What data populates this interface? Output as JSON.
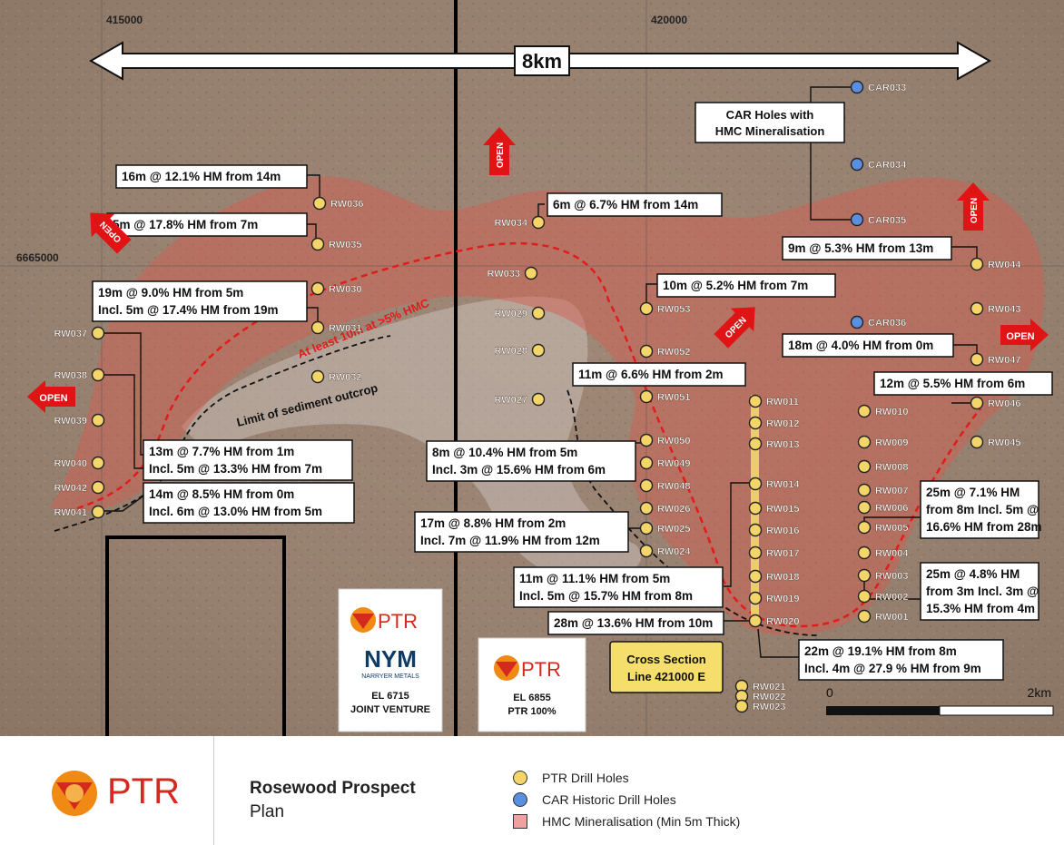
{
  "map": {
    "grid": {
      "easting_left": "415000",
      "easting_right": "420000",
      "northing": "6665000"
    },
    "scale_arrow_label": "8km",
    "scale_bar": {
      "start": "0",
      "end": "2km"
    },
    "zone_label": "Limit of sediment outcrop",
    "hmc_line_label": "At least 10m at >5% HMC",
    "car_callout": [
      "CAR Holes with",
      "HMC Mineralisation"
    ],
    "cross_section": [
      "Cross Section",
      "Line 421000 E"
    ],
    "open_label": "OPEN",
    "tenement_left": {
      "brand": "PTR",
      "jv_logo": "NYM",
      "jv_sub": "NARRYER METALS",
      "line1": "EL 6715",
      "line2": "JOINT VENTURE"
    },
    "tenement_right": {
      "brand": "PTR",
      "line1": "EL 6855",
      "line2": "PTR 100%"
    },
    "holes": [
      {
        "id": "RW036",
        "type": "ptr"
      },
      {
        "id": "RW035",
        "type": "ptr"
      },
      {
        "id": "RW030",
        "type": "ptr"
      },
      {
        "id": "RW031",
        "type": "ptr"
      },
      {
        "id": "RW032",
        "type": "ptr"
      },
      {
        "id": "RW037",
        "type": "ptr"
      },
      {
        "id": "RW038",
        "type": "ptr"
      },
      {
        "id": "RW039",
        "type": "ptr"
      },
      {
        "id": "RW040",
        "type": "ptr"
      },
      {
        "id": "RW042",
        "type": "ptr"
      },
      {
        "id": "RW041",
        "type": "ptr"
      },
      {
        "id": "RW034",
        "type": "ptr"
      },
      {
        "id": "RW033",
        "type": "ptr"
      },
      {
        "id": "RW029",
        "type": "ptr"
      },
      {
        "id": "RW028",
        "type": "ptr"
      },
      {
        "id": "RW027",
        "type": "ptr"
      },
      {
        "id": "RW053",
        "type": "ptr"
      },
      {
        "id": "RW052",
        "type": "ptr"
      },
      {
        "id": "RW051",
        "type": "ptr"
      },
      {
        "id": "RW050",
        "type": "ptr"
      },
      {
        "id": "RW049",
        "type": "ptr"
      },
      {
        "id": "RW048",
        "type": "ptr"
      },
      {
        "id": "RW026",
        "type": "ptr"
      },
      {
        "id": "RW025",
        "type": "ptr"
      },
      {
        "id": "RW024",
        "type": "ptr"
      },
      {
        "id": "RW011",
        "type": "ptr"
      },
      {
        "id": "RW012",
        "type": "ptr"
      },
      {
        "id": "RW013",
        "type": "ptr"
      },
      {
        "id": "RW014",
        "type": "ptr"
      },
      {
        "id": "RW015",
        "type": "ptr"
      },
      {
        "id": "RW016",
        "type": "ptr"
      },
      {
        "id": "RW017",
        "type": "ptr"
      },
      {
        "id": "RW018",
        "type": "ptr"
      },
      {
        "id": "RW019",
        "type": "ptr"
      },
      {
        "id": "RW020",
        "type": "ptr"
      },
      {
        "id": "RW021",
        "type": "ptr"
      },
      {
        "id": "RW022",
        "type": "ptr"
      },
      {
        "id": "RW023",
        "type": "ptr"
      },
      {
        "id": "RW010",
        "type": "ptr"
      },
      {
        "id": "RW009",
        "type": "ptr"
      },
      {
        "id": "RW008",
        "type": "ptr"
      },
      {
        "id": "RW007",
        "type": "ptr"
      },
      {
        "id": "RW006",
        "type": "ptr"
      },
      {
        "id": "RW005",
        "type": "ptr"
      },
      {
        "id": "RW004",
        "type": "ptr"
      },
      {
        "id": "RW003",
        "type": "ptr"
      },
      {
        "id": "RW002",
        "type": "ptr"
      },
      {
        "id": "RW001",
        "type": "ptr"
      },
      {
        "id": "RW044",
        "type": "ptr"
      },
      {
        "id": "RW043",
        "type": "ptr"
      },
      {
        "id": "RW047",
        "type": "ptr"
      },
      {
        "id": "RW046",
        "type": "ptr"
      },
      {
        "id": "RW045",
        "type": "ptr"
      },
      {
        "id": "CAR033",
        "type": "car"
      },
      {
        "id": "CAR034",
        "type": "car"
      },
      {
        "id": "CAR035",
        "type": "car"
      },
      {
        "id": "CAR036",
        "type": "car"
      }
    ],
    "intercepts": [
      {
        "lines": [
          "16m @ 12.1% HM from 14m"
        ]
      },
      {
        "lines": [
          "5m @ 17.8% HM from 7m"
        ]
      },
      {
        "lines": [
          "19m @ 9.0% HM from 5m",
          "Incl. 5m @ 17.4% HM from 19m"
        ]
      },
      {
        "lines": [
          "13m @ 7.7% HM from 1m",
          "Incl. 5m @ 13.3% HM from 7m"
        ]
      },
      {
        "lines": [
          "14m @ 8.5% HM from 0m",
          "Incl. 6m @ 13.0% HM from 5m"
        ]
      },
      {
        "lines": [
          "6m @ 6.7% HM from 14m"
        ]
      },
      {
        "lines": [
          "10m @ 5.2% HM from 7m"
        ]
      },
      {
        "lines": [
          "11m @ 6.6% HM from 2m"
        ]
      },
      {
        "lines": [
          "8m @ 10.4% HM from 5m",
          "Incl. 3m @ 15.6% HM from 6m"
        ]
      },
      {
        "lines": [
          "17m @ 8.8% HM from 2m",
          "Incl. 7m @ 11.9% HM from 12m"
        ]
      },
      {
        "lines": [
          "11m @ 11.1% HM from 5m",
          "Incl. 5m @ 15.7% HM from 8m"
        ]
      },
      {
        "lines": [
          "28m @ 13.6% HM from 10m"
        ]
      },
      {
        "lines": [
          "22m @ 19.1% HM from 8m",
          "Incl. 4m @ 27.9 % HM from 9m"
        ]
      },
      {
        "lines": [
          "9m @ 5.3% HM from 13m"
        ]
      },
      {
        "lines": [
          "18m @ 4.0% HM from 0m"
        ]
      },
      {
        "lines": [
          "12m @ 5.5% HM from 6m"
        ]
      },
      {
        "lines": [
          "25m @ 7.1% HM",
          "from 8m Incl. 5m @",
          "16.6% HM from 28m"
        ]
      },
      {
        "lines": [
          "25m @ 4.8% HM",
          "from 3m Incl. 3m @",
          "15.3% HM from 4m"
        ]
      }
    ]
  },
  "footer": {
    "brand": "PTR",
    "title": "Rosewood Prospect",
    "subtitle": "Plan",
    "legend": [
      {
        "label": "PTR Drill Holes",
        "color": "#f3d56a"
      },
      {
        "label": "CAR Historic Drill Holes",
        "color": "#5a8fe0"
      },
      {
        "label": "HMC Mineralisation (Min 5m Thick)",
        "color": "#f0a0a0"
      }
    ]
  }
}
